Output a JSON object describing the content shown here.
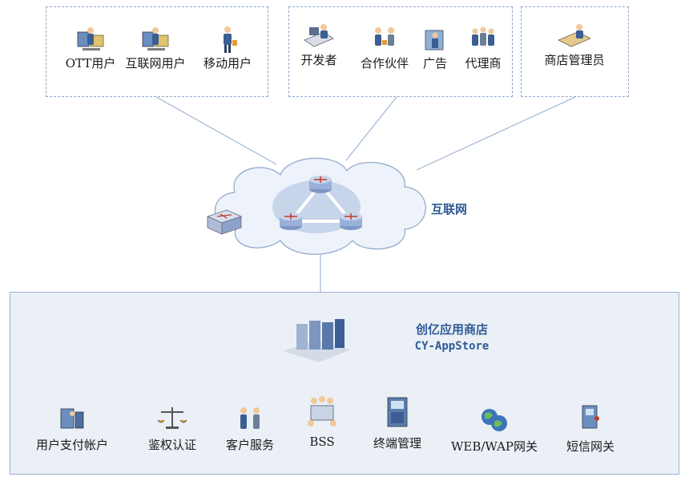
{
  "top_groups": [
    {
      "actors": [
        "OTT用户",
        "互联网用户",
        "移动用户"
      ]
    },
    {
      "actors": [
        "开发者",
        "合作伙伴",
        "广告",
        "代理商"
      ]
    },
    {
      "actors": [
        "商店管理员"
      ]
    }
  ],
  "network_label": "互联网",
  "store": {
    "title": "创亿应用商店",
    "subtitle": "CY-AppStore"
  },
  "services": [
    "用户支付帐户",
    "鉴权认证",
    "客户服务",
    "BSS",
    "终端管理",
    "WEB/WAP网关",
    "短信网关"
  ],
  "colors": {
    "accent": "#2f5a94",
    "dashed_border": "#8ea7c8",
    "panel_bg": "#ebf0f7",
    "cloud_fill": "#eef3fb"
  }
}
